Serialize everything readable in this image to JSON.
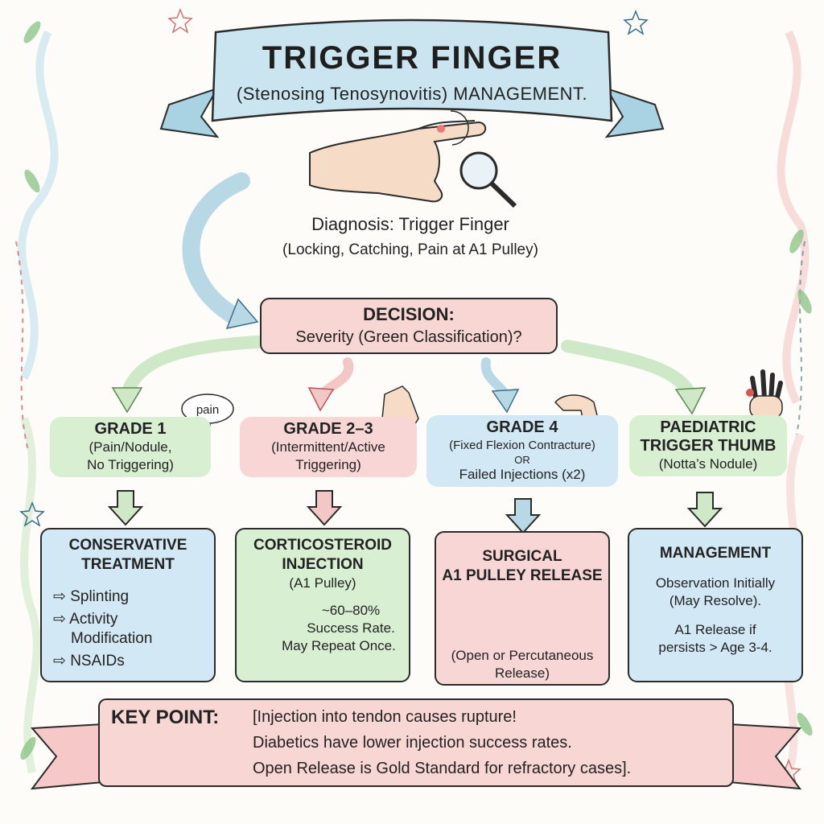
{
  "title": {
    "line1": "TRIGGER FINGER",
    "line2": "(Stenosing Tenosynovitis) MANAGEMENT."
  },
  "diagnosis": {
    "line1": "Diagnosis: Trigger Finger",
    "line2": "(Locking, Catching, Pain at A1 Pulley)"
  },
  "decision": {
    "line1": "DECISION:",
    "line2": "Severity (Green Classification)?"
  },
  "grades": [
    {
      "title": "GRADE 1",
      "sub1": "(Pain/Nodule,",
      "sub2": "No Triggering)",
      "bubble": "pain",
      "color": "#d9efd2"
    },
    {
      "title": "GRADE 2–3",
      "sub1": "(Intermittent/Active",
      "sub2": "Triggering)",
      "color": "#f9d6d6"
    },
    {
      "title": "GRADE 4",
      "sub1": "(Fixed Flexion Contracture)",
      "sub_or": "OR",
      "sub2": "Failed Injections (x2)",
      "color": "#d3e8f5"
    },
    {
      "title1": "PAEDIATRIC",
      "title2": "TRIGGER THUMB",
      "sub1": "(Notta’s Nodule)",
      "color": "#d9efd2"
    }
  ],
  "cards": [
    {
      "title1": "CONSERVATIVE",
      "title2": "TREATMENT",
      "items": [
        "Splinting",
        "Activity",
        "Modification",
        "NSAIDs"
      ],
      "color": "#d3e8f5"
    },
    {
      "title1": "CORTICOSTEROID",
      "title2": "INJECTION",
      "sub1": "(A1 Pulley)",
      "sub2": "~60–80%",
      "sub3": "Success Rate.",
      "sub4": "May Repeat Once.",
      "color": "#d9efd2"
    },
    {
      "title1": "SURGICAL",
      "title2": "A1 PULLEY RELEASE",
      "sub1": "(Open or Percutaneous",
      "sub2": "Release)",
      "color": "#f9d6d6"
    },
    {
      "title1": "MANAGEMENT",
      "sub1": "Observation Initially",
      "sub2": "(May Resolve).",
      "sub3": "A1 Release if",
      "sub4": "persists > Age 3-4.",
      "color": "#d3e8f5"
    }
  ],
  "key_point": {
    "label": "KEY POINT:",
    "line1": "[Injection into tendon causes rupture!",
    "line2": "Diabetics have lower injection success rates.",
    "line3": "Open Release is Gold Standard for refractory cases]."
  },
  "icons": [
    "hand-pointing-icon",
    "magnifier-icon",
    "splint-icon",
    "no-activity-icon",
    "pill-bottle-icon",
    "syringe-icon",
    "scalpel-icon",
    "awareness-ribbon-icon",
    "trophy-icon"
  ],
  "colors": {
    "blue": "#d3e8f5",
    "green": "#d9efd2",
    "pink": "#f9d6d6",
    "ribbon": "#cbe5f0",
    "key_ribbon": "#f6c8c8"
  }
}
